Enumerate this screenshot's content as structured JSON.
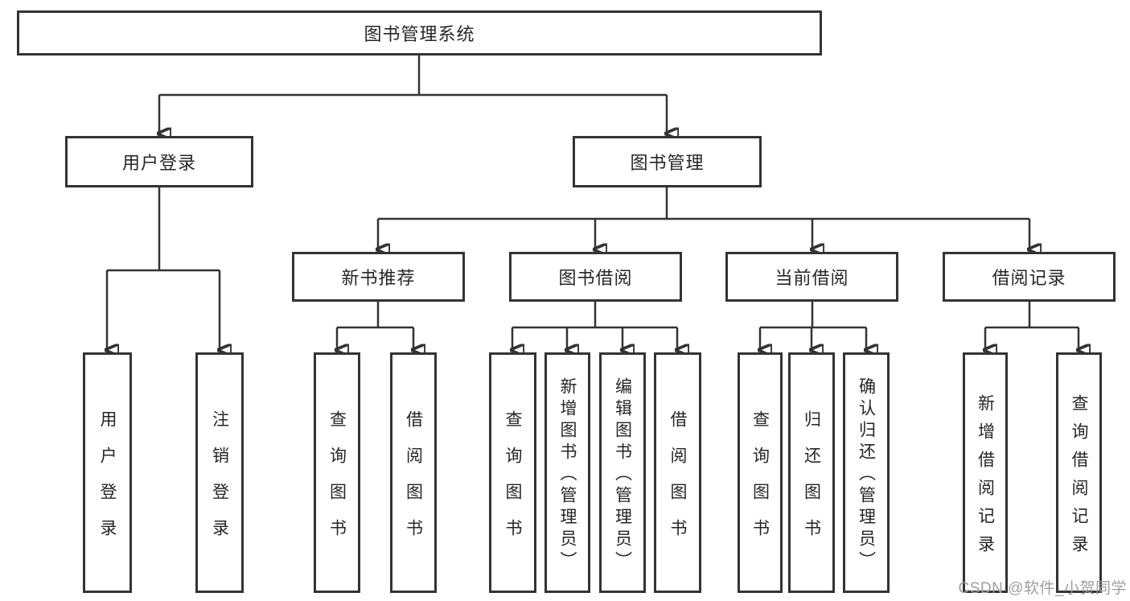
{
  "diagram": {
    "root": {
      "label": "图书管理系统"
    },
    "level2": [
      {
        "label": "用户登录",
        "children": [
          "用户登录",
          "注销登录"
        ]
      },
      {
        "label": "图书管理"
      }
    ],
    "level3": [
      {
        "label": "新书推荐",
        "children": [
          "查询图书",
          "借阅图书"
        ]
      },
      {
        "label": "图书借阅",
        "children": [
          "查询图书",
          "新增图书（管理员）",
          "编辑图书（管理员）",
          "借阅图书"
        ]
      },
      {
        "label": "当前借阅",
        "children": [
          "查询图书",
          "归还图书",
          "确认归还（管理员）"
        ]
      },
      {
        "label": "借阅记录",
        "children": [
          "新增借阅记录",
          "查询借阅记录"
        ]
      }
    ],
    "watermark": "CSDN @软件_小贺同学",
    "colors": {
      "line": "#333333",
      "border": "#333333",
      "text": "#262626",
      "watermark": "#9e9e9e",
      "background": "#ffffff"
    }
  }
}
